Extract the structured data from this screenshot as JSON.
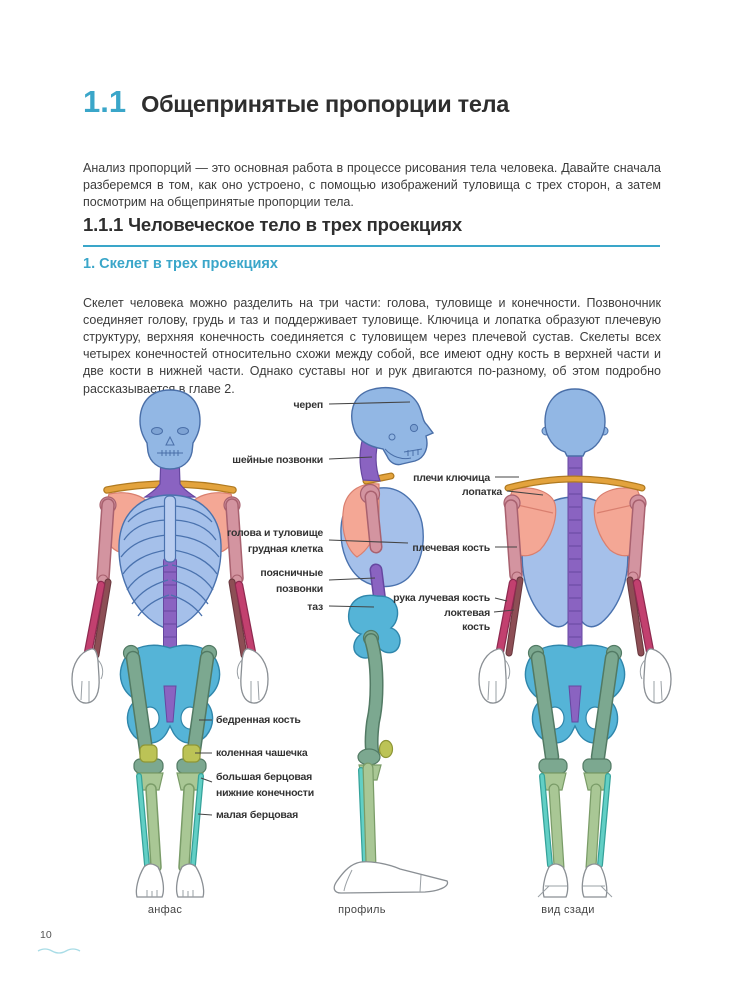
{
  "page": {
    "number": "10"
  },
  "header": {
    "chapter_number": "1.1",
    "title": "Общепринятые пропорции тела"
  },
  "intro": "Анализ пропорций — это основная работа в процессе рисования тела человека. Давайте сначала разберемся в том, как оно устроено, с помощью изображений туловища с трех сторон, а затем посмотрим на общепринятые пропорции тела.",
  "section": {
    "heading": "1.1.1 Человеческое тело в трех проекциях",
    "subheading": "1. Скелет в трех проекциях",
    "body": "Скелет человека можно разделить на три части: голова, туловище и конечности. Позвоночник соединяет голову, грудь и таз и поддерживает туловище. Ключица и лопатка образуют плечевую структуру, верхняя конечность соединяется с туловищем через плечевой сустав. Скелеты всех четырех конечностей относительно схожи между собой, все имеют одну кость в верхней части и две кости в нижней части. Однако суставы ног и рук двигаются по-разному, об этом подробно рассказывается в главе 2."
  },
  "figure": {
    "captions": {
      "front": "анфас",
      "profile": "профиль",
      "back": "вид сзади"
    },
    "labels": {
      "profile_view": {
        "skull": "череп",
        "cervical": "шейные позвонки",
        "torso_1": "голова и туловище",
        "torso_2": "грудная клетка",
        "lumbar_1": "поясничные",
        "lumbar_2": "позвонки",
        "pelvis": "таз"
      },
      "back_view": {
        "clavicle": "плечи ключица",
        "scapula": "лопатка",
        "humerus": "плечевая кость",
        "radius": "рука лучевая кость",
        "ulna_1": "локтевая",
        "ulna_2": "кость"
      },
      "front_view": {
        "femur": "бедренная кость",
        "patella": "коленная чашечка",
        "tibia_1": "большая берцовая",
        "tibia_2": "нижние конечности",
        "fibula": "малая берцовая"
      }
    }
  },
  "colors": {
    "accent_teal": "#3aa6c9",
    "heading_text": "#2e2e2e",
    "body_text": "#3c3c3c",
    "skull_blue": "#92b7e4",
    "rib_blue": "#a5c0ea",
    "sternum_blue": "#b9cdf0",
    "spine_purple": "#8a63c1",
    "clavicle_orange": "#e3a33d",
    "scapula_salmon": "#f4a795",
    "humerus_pink": "#d394a0",
    "radius_magenta": "#c2406f",
    "ulna_maroon": "#8d4e55",
    "pelvis_teal": "#55b4d7",
    "femur_green": "#7ca890",
    "patella_yellow": "#bcc356",
    "tibia_green": "#a9c795",
    "fibula_cyan": "#62cfc5",
    "bone_white": "#ffffff"
  }
}
